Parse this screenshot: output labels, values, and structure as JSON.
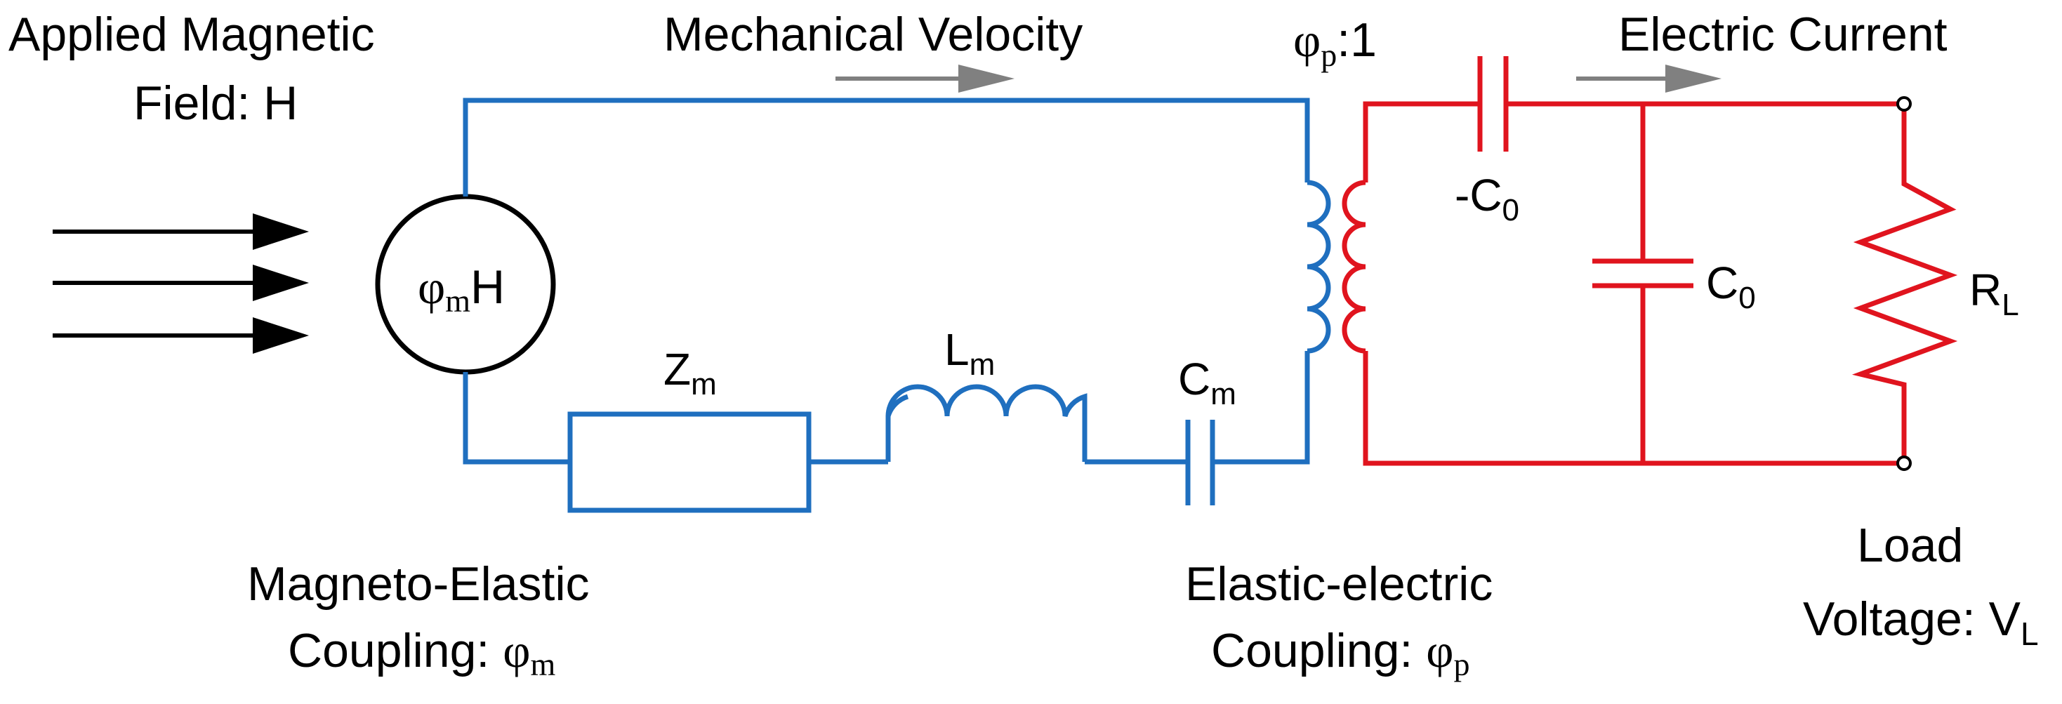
{
  "labels": {
    "applied_field_line1": "Applied Magnetic",
    "applied_field_line2": "Field: H",
    "mechanical_velocity": "Mechanical Velocity",
    "turns_ratio_main": "φ",
    "turns_ratio_sub": "p",
    "turns_ratio_suffix": ":1",
    "electric_current": "Electric Current",
    "source_main": "φ",
    "source_sub": "m",
    "source_suffix": "H",
    "zm_main": "Z",
    "zm_sub": "m",
    "lm_main": "L",
    "lm_sub": "m",
    "cm_main": "C",
    "cm_sub": "m",
    "neg_c0_main": "-C",
    "neg_c0_sub": "0",
    "c0_main": "C",
    "c0_sub": "0",
    "rl_main": "R",
    "rl_sub": "L",
    "me_coupling_line1": "Magneto-Elastic",
    "me_coupling_line2_prefix": "Coupling: ",
    "me_coupling_line2_main": "φ",
    "me_coupling_line2_sub": "m",
    "ee_coupling_line1": "Elastic-electric",
    "ee_coupling_line2_prefix": "Coupling: ",
    "ee_coupling_line2_main": "φ",
    "ee_coupling_line2_sub": "p",
    "load_line1": "Load",
    "load_line2_prefix": "Voltage: ",
    "load_line2_main": "V",
    "load_line2_sub": "L"
  },
  "colors": {
    "mechanical": "#1f6fbf",
    "electrical": "#e0141e",
    "arrows": "#000000",
    "flow_arrows": "#808080"
  }
}
